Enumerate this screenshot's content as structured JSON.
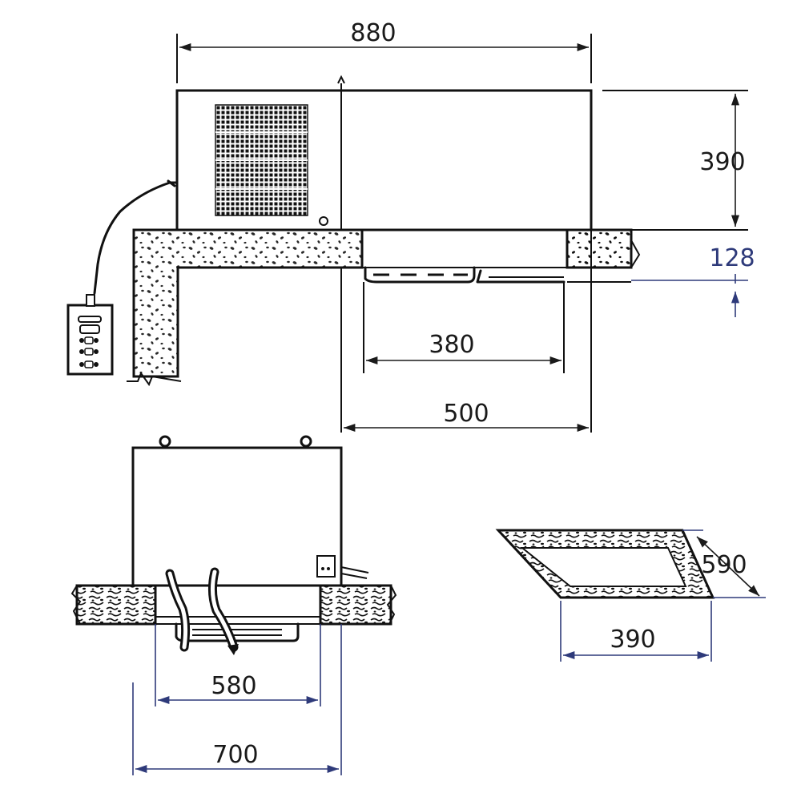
{
  "diagram": {
    "dimensions": {
      "top_width": "880",
      "top_height": "390",
      "top_insulation": "128",
      "evaporator_width": "380",
      "ceiling_cutout": "500",
      "front_evaporator": "580",
      "front_width": "700",
      "hole_depth": "590",
      "hole_width": "390"
    },
    "colors": {
      "line": "#111111",
      "dimension": "#2e3a7a",
      "background": "#ffffff"
    }
  }
}
